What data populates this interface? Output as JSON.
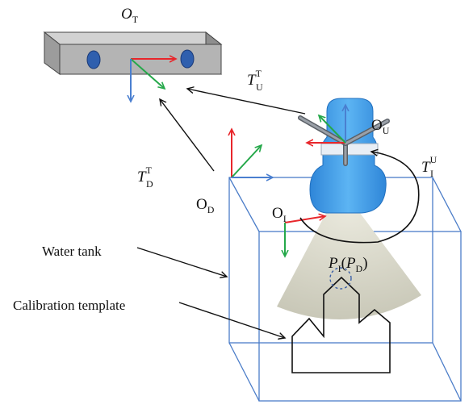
{
  "labels": {
    "tracker_origin": {
      "main": "O",
      "sub": "T"
    },
    "transform_tracker_ultrasound": {
      "main": "T",
      "sub": "U",
      "sup": "T"
    },
    "transform_tracker_tank": {
      "main": "T",
      "sub": "D",
      "sup": "T"
    },
    "probe_origin": {
      "main": "O",
      "sub": "U"
    },
    "transform_probe_image": {
      "main": "T",
      "sub": "I",
      "sup": "U"
    },
    "tank_origin": {
      "main": "O",
      "sub": "D"
    },
    "image_origin": {
      "main": "O",
      "sub": "I"
    },
    "point": {
      "main": "P",
      "sub": "I",
      "paren_main": "P",
      "paren_sub": "D"
    },
    "water_tank": "Water tank",
    "calibration_template": "Calibration template"
  },
  "colors": {
    "x_axis": "#e8262b",
    "y_axis": "#25a84a",
    "z_axis": "#4a7fd0",
    "tank_outline": "#4a7cc8",
    "probe_fill": "#4ea3ea",
    "beam_fill": "#d9d8c8",
    "tracker_fill": "#b4b4b4"
  },
  "icons": {
    "tracker": "optical-tracker-icon",
    "probe": "ultrasound-probe-icon"
  }
}
